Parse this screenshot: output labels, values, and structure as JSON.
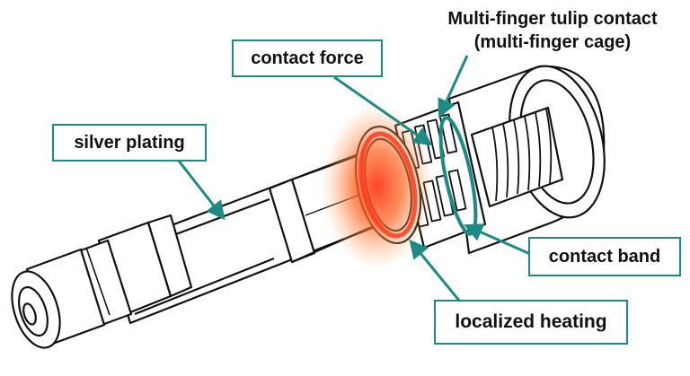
{
  "labels": {
    "tulip_contact": {
      "line1": "Multi-finger tulip contact",
      "line2": "(multi-finger cage)"
    },
    "contact_force": "contact force",
    "silver_plating": "silver plating",
    "contact_band": "contact band",
    "localized_heating": "localized heating"
  },
  "colors": {
    "accent": "#1d8a84",
    "line": "#111111",
    "heat_core": "#ff3b1f",
    "heat_glow": "#ff9a4a"
  }
}
